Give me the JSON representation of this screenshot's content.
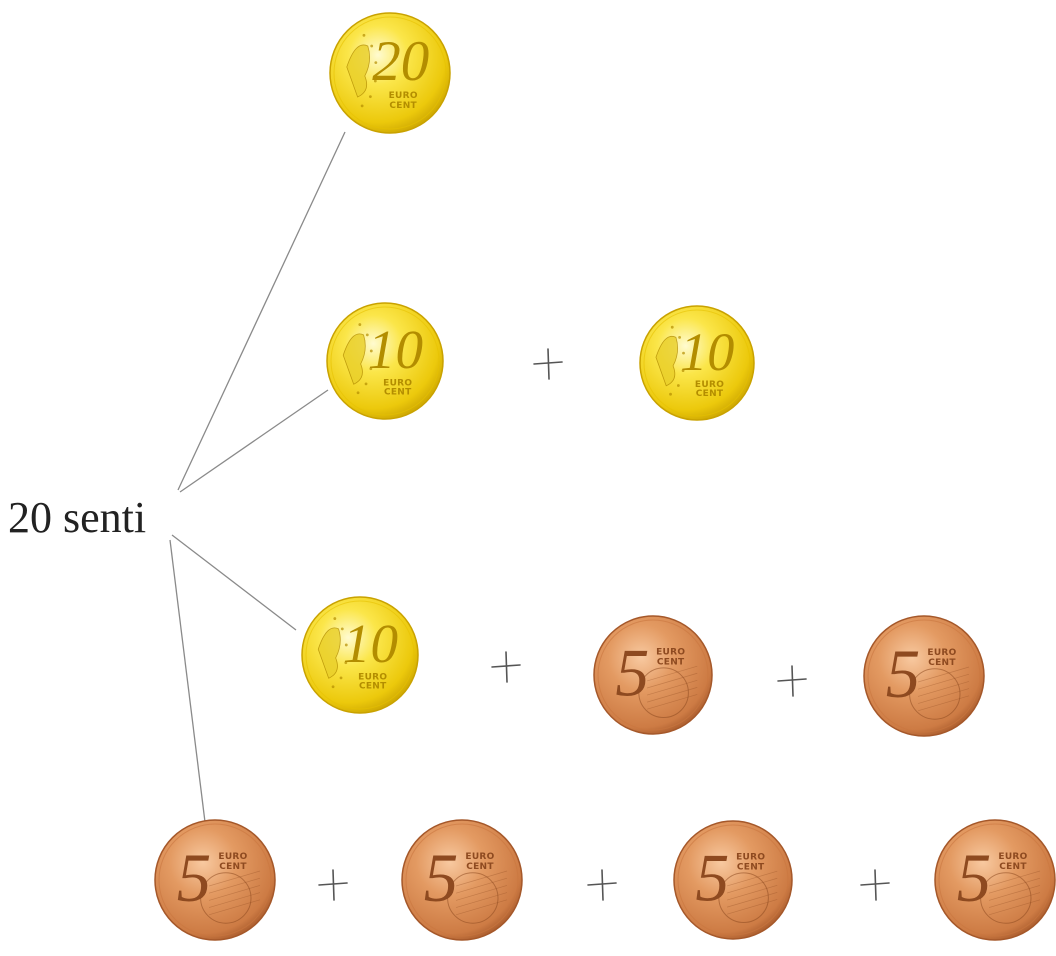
{
  "root": {
    "label": "20 senti"
  },
  "rows": [
    {
      "coins": [
        20
      ]
    },
    {
      "coins": [
        10,
        10
      ]
    },
    {
      "coins": [
        10,
        5,
        5
      ]
    },
    {
      "coins": [
        5,
        5,
        5,
        5
      ]
    }
  ],
  "coin_text": {
    "euro_word": "EURO",
    "cent_word": "CENT",
    "plus_sign": "+"
  },
  "colors": {
    "gold_light": "#fff59a",
    "gold_mid": "#f3d91f",
    "gold_dark": "#c9a200",
    "copper_light": "#f3b27c",
    "copper_mid": "#d9854b",
    "copper_dark": "#a5582a"
  }
}
